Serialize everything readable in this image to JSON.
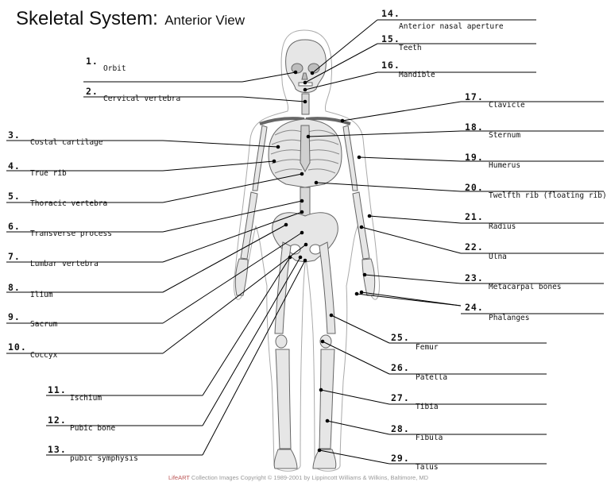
{
  "title": {
    "main": "Skeletal System:",
    "sub": "Anterior View"
  },
  "labels": [
    {
      "number": "1.",
      "text": "Orbit"
    },
    {
      "number": "2.",
      "text": "Cervical vertebra"
    },
    {
      "number": "3.",
      "text": "Costal cartilage"
    },
    {
      "number": "4.",
      "text": "True rib"
    },
    {
      "number": "5.",
      "text": "Thoracic vertebra"
    },
    {
      "number": "6.",
      "text": "Transverse process"
    },
    {
      "number": "7.",
      "text": "Lumbar vertebra"
    },
    {
      "number": "8.",
      "text": "Ilium"
    },
    {
      "number": "9.",
      "text": "Sacrum"
    },
    {
      "number": "10.",
      "text": "Coccyx"
    },
    {
      "number": "11.",
      "text": "Ischium"
    },
    {
      "number": "12.",
      "text": "Pubic bone"
    },
    {
      "number": "13.",
      "text": "pubic symphysis"
    },
    {
      "number": "14.",
      "text": "Anterior nasal aperture"
    },
    {
      "number": "15.",
      "text": "Teeth"
    },
    {
      "number": "16.",
      "text": "Mandible"
    },
    {
      "number": "17.",
      "text": "Clavicle"
    },
    {
      "number": "18.",
      "text": "Sternum"
    },
    {
      "number": "19.",
      "text": "Humerus"
    },
    {
      "number": "20.",
      "text": "Twelfth rib (floating rib)"
    },
    {
      "number": "21.",
      "text": "Radius"
    },
    {
      "number": "22.",
      "text": "Ulna"
    },
    {
      "number": "23.",
      "text": "Metacarpal bones"
    },
    {
      "number": "24.",
      "text": "Phalanges"
    },
    {
      "number": "25.",
      "text": "Femur"
    },
    {
      "number": "26.",
      "text": "Patella"
    },
    {
      "number": "27.",
      "text": "Tibia"
    },
    {
      "number": "28.",
      "text": "Fibula"
    },
    {
      "number": "29.",
      "text": "Talus"
    }
  ],
  "credit": {
    "brand": "LifeART",
    "text": " Collection Images Copyright © 1989-2001 by Lippincott Williams & Wilkins, Baltimore, MD"
  }
}
